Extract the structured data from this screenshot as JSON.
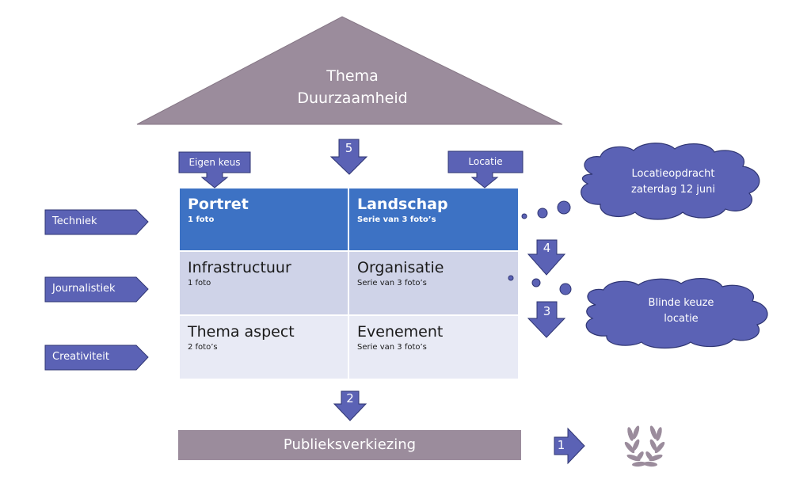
{
  "roof": {
    "line1": "Thema",
    "line2": "Duurzaamheid"
  },
  "callouts": {
    "left": "Eigen keus",
    "right": "Locatie"
  },
  "categories": [
    {
      "label": "Techniek"
    },
    {
      "label": "Journalistiek"
    },
    {
      "label": "Creativiteit"
    }
  ],
  "grid": {
    "rows": [
      {
        "left": {
          "title": "Portret",
          "sub": "1 foto"
        },
        "right": {
          "title": "Landschap",
          "sub": "Serie van 3 foto’s"
        }
      },
      {
        "left": {
          "title": "Infrastructuur",
          "sub": "1 foto"
        },
        "right": {
          "title": "Organisatie",
          "sub": "Serie van 3 foto’s"
        }
      },
      {
        "left": {
          "title": "Thema aspect",
          "sub": "2 foto’s"
        },
        "right": {
          "title": "Evenement",
          "sub": "Serie van 3 foto’s"
        }
      }
    ]
  },
  "steps": {
    "s1": "1",
    "s2": "2",
    "s3": "3",
    "s4": "4",
    "s5": "5"
  },
  "clouds": {
    "top": {
      "line1": "Locatieopdracht",
      "line2": "zaterdag 12 juni"
    },
    "bottom": {
      "line1": "Blinde keuze",
      "line2": "locatie"
    }
  },
  "footer": {
    "label": "Publieksverkiezing"
  },
  "colors": {
    "roof": "#9b8c9c",
    "arrow": "#5b62b5",
    "arrow_border": "#2f3573",
    "row_dark": "#3d72c4",
    "row_mid": "#cfd3e8",
    "row_light": "#e8eaf5",
    "laurel": "#9b8c9c"
  }
}
